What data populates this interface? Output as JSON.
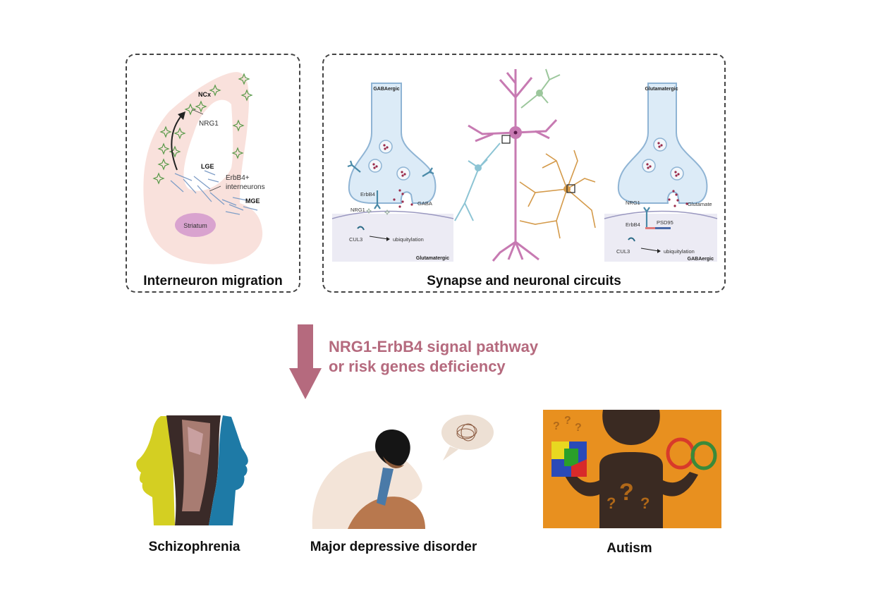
{
  "panels": {
    "migration": {
      "title": "Interneuron migration",
      "labels": {
        "ncx": "NCx",
        "nrg1": "NRG1",
        "lge": "LGE",
        "erbb4_line1": "ErbB4+",
        "erbb4_line2": "interneurons",
        "mge": "MGE",
        "striatum": "Striatum"
      }
    },
    "synapse": {
      "title": "Synapse and neuronal circuits",
      "left_synapse": {
        "presynaptic": "GABAergic",
        "erbb4": "ErbB4",
        "nrg1": "NRG1",
        "neurotransmitter": "GABA",
        "cul3": "CUL3",
        "process": "ubiquitylation",
        "postsynaptic": "Glutamatergic"
      },
      "right_synapse": {
        "presynaptic": "Glutamatergic",
        "nrg1": "NRG1",
        "neurotransmitter": "Glutamate",
        "erbb4": "ErbB4",
        "psd95": "PSD95",
        "cul3": "CUL3",
        "process": "ubiquitylation",
        "postsynaptic": "GABAergic"
      }
    }
  },
  "pathway": {
    "line1": "NRG1-ErbB4 signal pathway",
    "line2": "or risk genes deficiency",
    "color": "#b56a7e"
  },
  "disorders": [
    {
      "label": "Schizophrenia",
      "icon": "split-heads-icon"
    },
    {
      "label": "Major depressive disorder",
      "icon": "depressed-person-icon"
    },
    {
      "label": "Autism",
      "icon": "autism-figure-icon"
    }
  ],
  "colors": {
    "brain": "#f9e1dc",
    "striatum": "#d9a3cf",
    "synapse_fill": "#dcebf7",
    "synapse_stroke": "#8fb4d4",
    "postsynaptic": "#ecebf4",
    "pyramidal": "#c77ab2",
    "astrocyte": "#d49a4a",
    "interneuron_blue": "#8cc4d4",
    "interneuron_green": "#9cc79c",
    "arrow": "#b56a7e",
    "autism_bg": "#e8901f"
  }
}
